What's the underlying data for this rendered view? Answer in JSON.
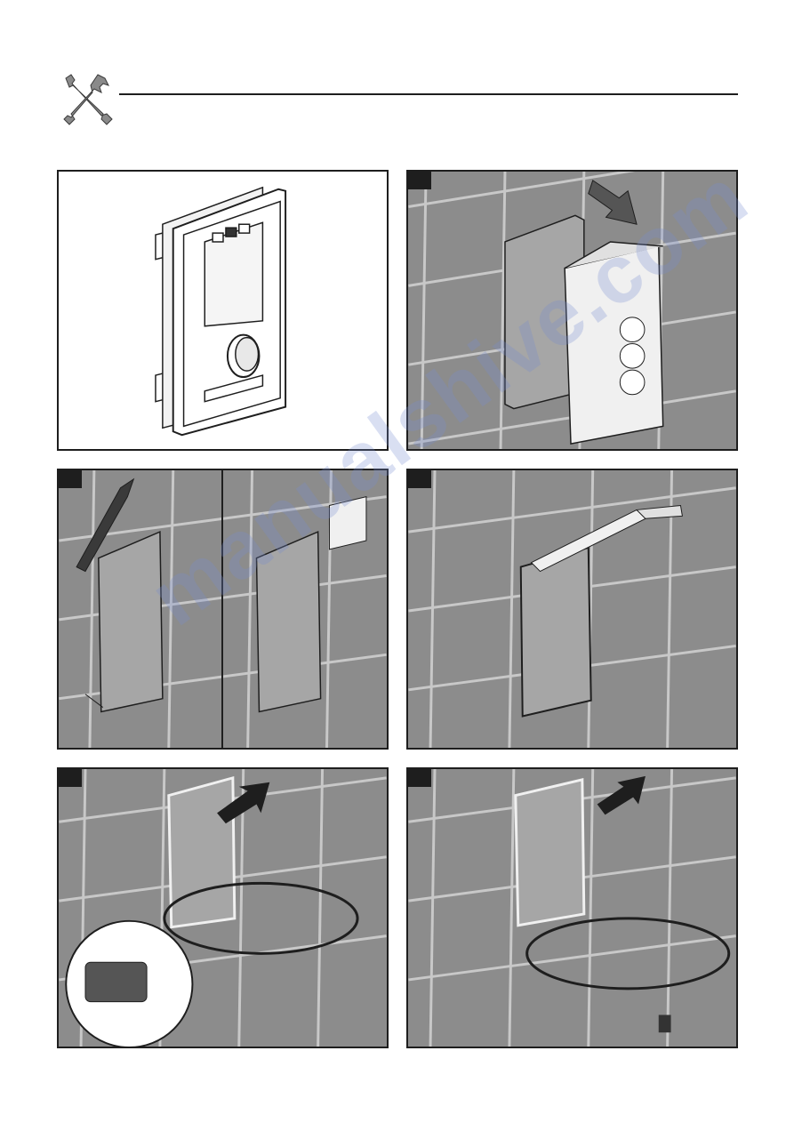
{
  "header": {
    "icon": "wrench-screwdriver-icon"
  },
  "panels": [
    {
      "id": "device-overview",
      "badge": false
    },
    {
      "id": "step-insert-box",
      "badge": true
    },
    {
      "id": "step-trim-edge",
      "badge": true
    },
    {
      "id": "step-seal-edge",
      "badge": true
    },
    {
      "id": "step-insert-cable",
      "badge": true
    },
    {
      "id": "step-connect-cable",
      "badge": true
    }
  ],
  "watermark": {
    "text": "manualshive.com"
  },
  "colors": {
    "tile": "#8c8c8c",
    "grout": "#c8c8c8",
    "box_inner": "#a6a6a6",
    "line": "#1e1e1e",
    "watermark": "#788cd2"
  }
}
